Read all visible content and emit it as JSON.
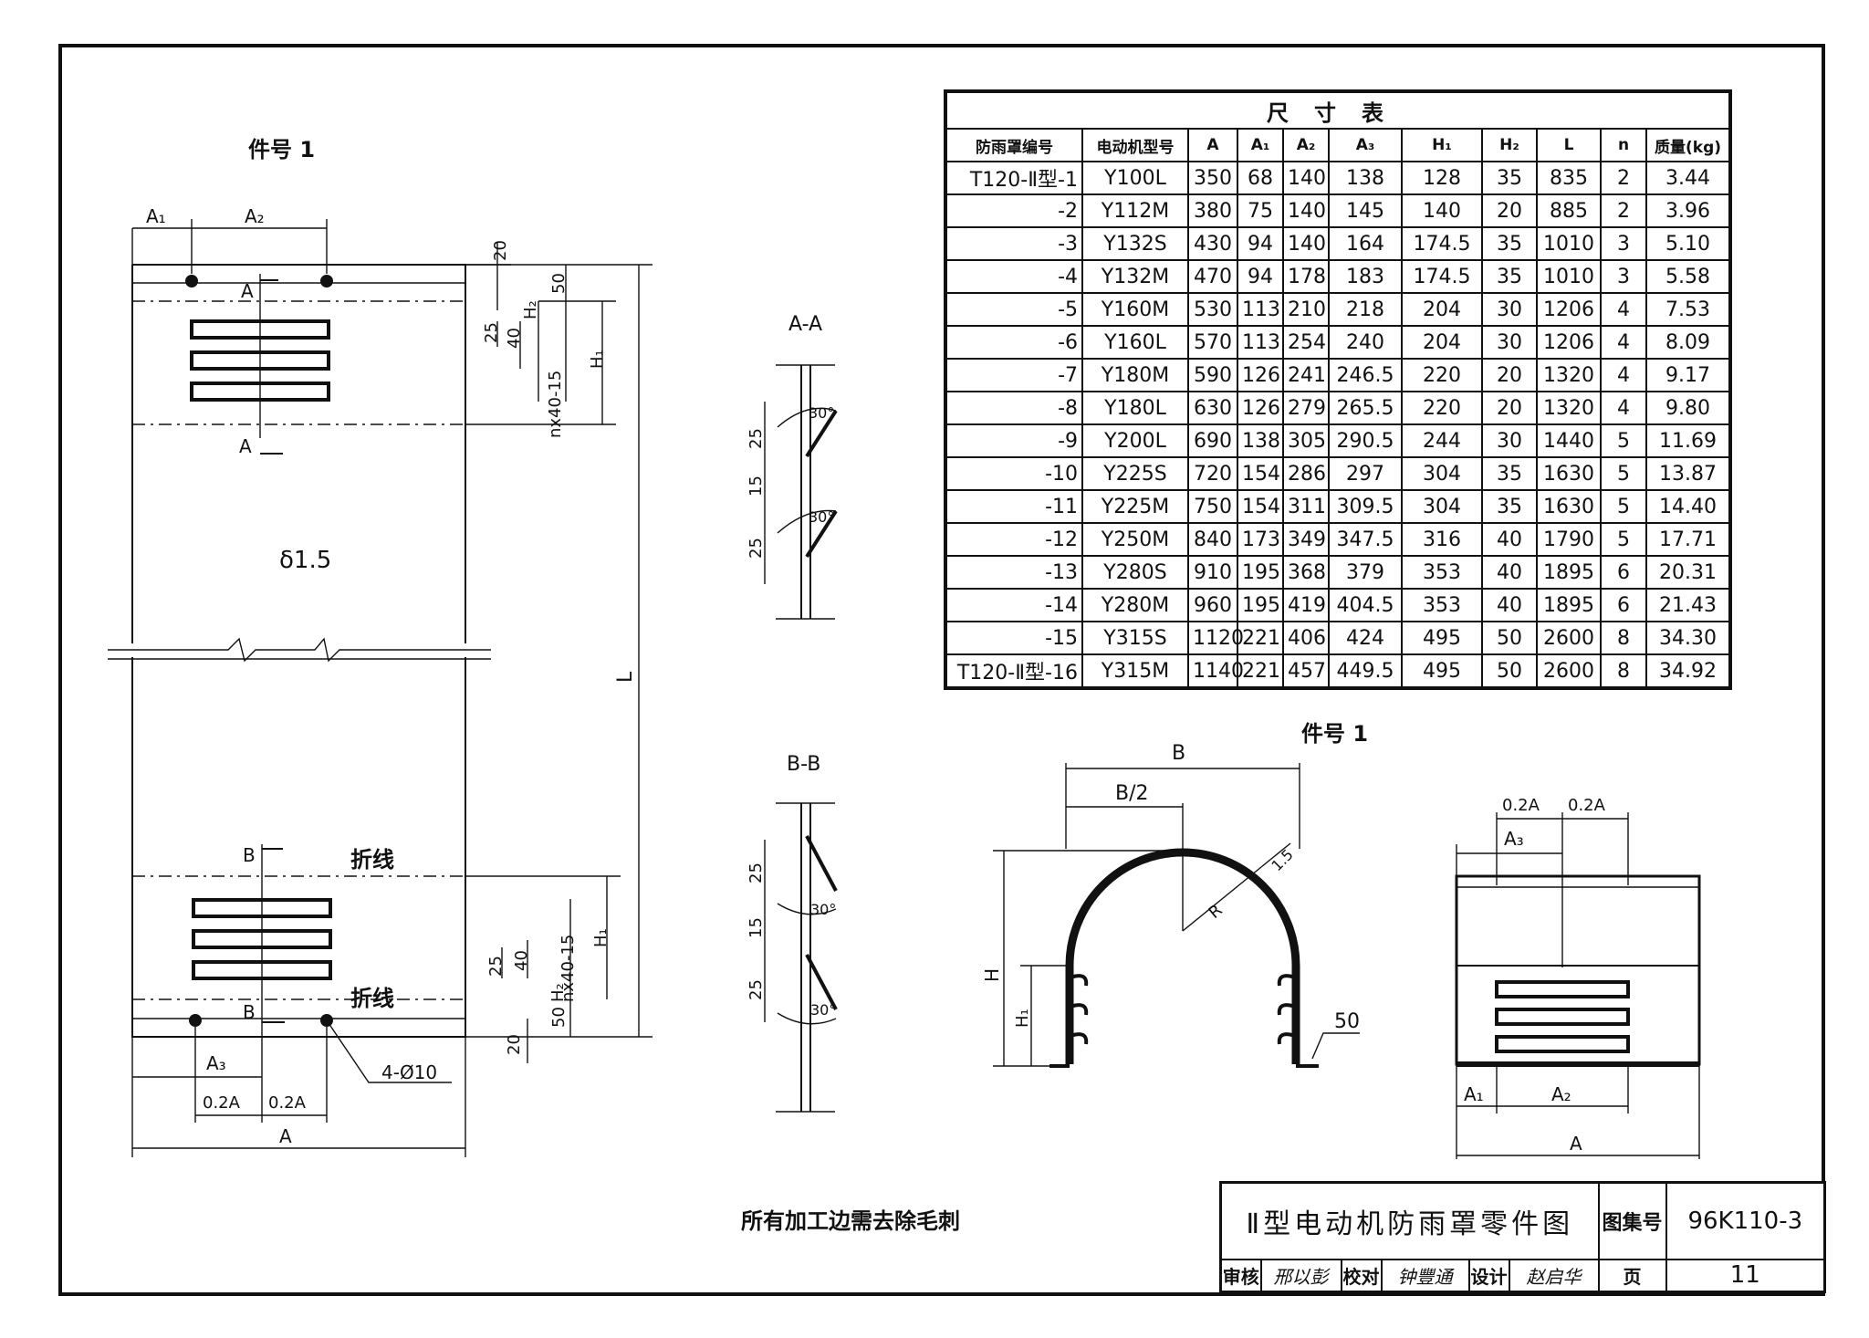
{
  "labels": {
    "part_no_left": "件号 1",
    "part_no_right": "件号 1",
    "section_aa": "A-A",
    "section_bb": "B-B",
    "thickness": "δ1.5",
    "fold_line_top": "折线",
    "fold_line_bottom": "折线",
    "holes": "4-Ø10",
    "note": "所有加工边需去除毛刺"
  },
  "dims": {
    "A": "A",
    "A1": "A₁",
    "A2": "A₂",
    "A3": "A₃",
    "H": "H",
    "H1": "H₁",
    "H2": "H₂",
    "L": "L",
    "B": "B",
    "B_half": "B/2",
    "R": "R",
    "v20": "20",
    "v50": "50",
    "v25": "25",
    "v40": "40",
    "v15": "15",
    "nx": "nx40-15",
    "v02A": "0.2A",
    "angle": "30°",
    "t15": "1.5",
    "secA": "A",
    "secB": "B"
  },
  "table": {
    "caption": "尺寸表",
    "headers": [
      "防雨罩编号",
      "电动机型号",
      "A",
      "A₁",
      "A₂",
      "A₃",
      "H₁",
      "H₂",
      "L",
      "n",
      "质量(kg)"
    ],
    "rows": [
      [
        "T120-Ⅱ型-1",
        "Y100L",
        "350",
        "68",
        "140",
        "138",
        "128",
        "35",
        "835",
        "2",
        "3.44"
      ],
      [
        "-2",
        "Y112M",
        "380",
        "75",
        "140",
        "145",
        "140",
        "20",
        "885",
        "2",
        "3.96"
      ],
      [
        "-3",
        "Y132S",
        "430",
        "94",
        "140",
        "164",
        "174.5",
        "35",
        "1010",
        "3",
        "5.10"
      ],
      [
        "-4",
        "Y132M",
        "470",
        "94",
        "178",
        "183",
        "174.5",
        "35",
        "1010",
        "3",
        "5.58"
      ],
      [
        "-5",
        "Y160M",
        "530",
        "113",
        "210",
        "218",
        "204",
        "30",
        "1206",
        "4",
        "7.53"
      ],
      [
        "-6",
        "Y160L",
        "570",
        "113",
        "254",
        "240",
        "204",
        "30",
        "1206",
        "4",
        "8.09"
      ],
      [
        "-7",
        "Y180M",
        "590",
        "126",
        "241",
        "246.5",
        "220",
        "20",
        "1320",
        "4",
        "9.17"
      ],
      [
        "-8",
        "Y180L",
        "630",
        "126",
        "279",
        "265.5",
        "220",
        "20",
        "1320",
        "4",
        "9.80"
      ],
      [
        "-9",
        "Y200L",
        "690",
        "138",
        "305",
        "290.5",
        "244",
        "30",
        "1440",
        "5",
        "11.69"
      ],
      [
        "-10",
        "Y225S",
        "720",
        "154",
        "286",
        "297",
        "304",
        "35",
        "1630",
        "5",
        "13.87"
      ],
      [
        "-11",
        "Y225M",
        "750",
        "154",
        "311",
        "309.5",
        "304",
        "35",
        "1630",
        "5",
        "14.40"
      ],
      [
        "-12",
        "Y250M",
        "840",
        "173",
        "349",
        "347.5",
        "316",
        "40",
        "1790",
        "5",
        "17.71"
      ],
      [
        "-13",
        "Y280S",
        "910",
        "195",
        "368",
        "379",
        "353",
        "40",
        "1895",
        "6",
        "20.31"
      ],
      [
        "-14",
        "Y280M",
        "960",
        "195",
        "419",
        "404.5",
        "353",
        "40",
        "1895",
        "6",
        "21.43"
      ],
      [
        "-15",
        "Y315S",
        "1120",
        "221",
        "406",
        "424",
        "495",
        "50",
        "2600",
        "8",
        "34.30"
      ],
      [
        "T120-Ⅱ型-16",
        "Y315M",
        "1140",
        "221",
        "457",
        "449.5",
        "495",
        "50",
        "2600",
        "8",
        "34.92"
      ]
    ]
  },
  "title_block": {
    "title": "Ⅱ型电动机防雨罩零件图",
    "atlas_label": "图集号",
    "atlas_no": "96K110-3",
    "review_label": "审核",
    "reviewer": "邢以彭",
    "check_label": "校对",
    "checker": "钟豐通",
    "design_label": "设计",
    "designer": "赵启华",
    "page_label": "页",
    "page_no": "11"
  }
}
